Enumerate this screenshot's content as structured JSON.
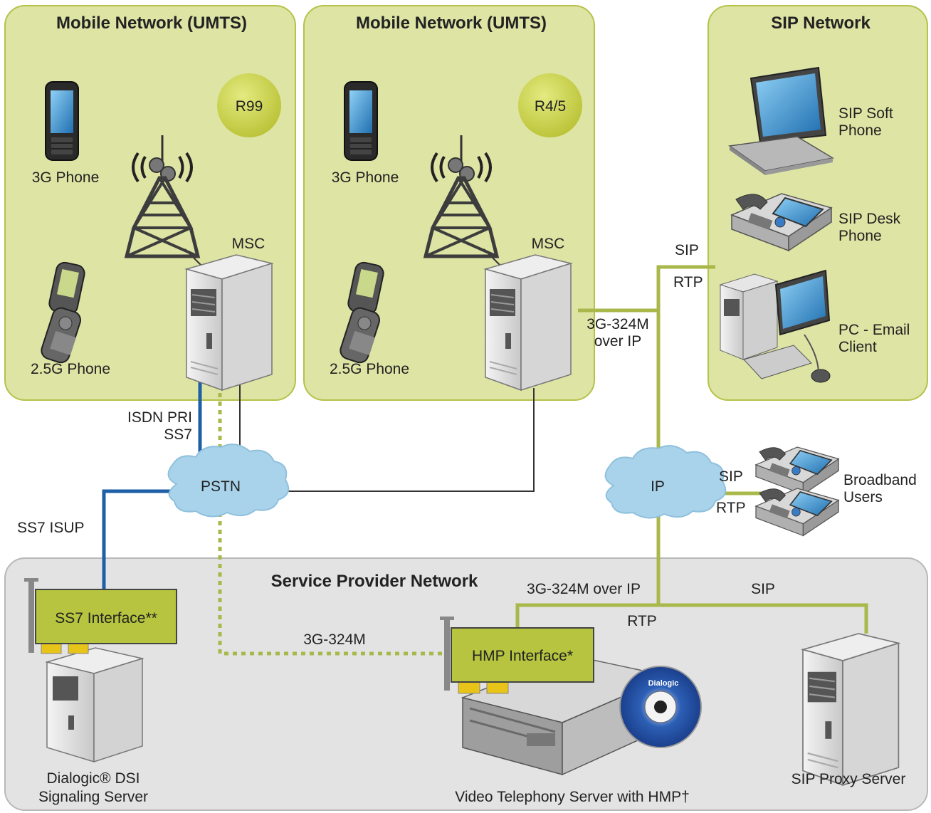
{
  "colors": {
    "zone_fill": "#dde4a4",
    "zone_stroke": "#b6c24a",
    "provider_fill": "#e3e3e3",
    "provider_stroke": "#b8b8b8",
    "green_link": "#a9b84a",
    "blue_link": "#1f5fa8",
    "black_link": "#333333",
    "cloud": "#a9d3ea",
    "card": "#b6c43f"
  },
  "zones": {
    "umts_r99_title": "Mobile Network (UMTS)",
    "umts_r45_title": "Mobile Network (UMTS)",
    "sip_title": "SIP Network",
    "provider_title": "Service Provider Network"
  },
  "badges": {
    "r99": "R99",
    "r45": "R4/5"
  },
  "devices": {
    "phone3g_a": "3G Phone",
    "phone25g_a": "2.5G Phone",
    "msc_a": "MSC",
    "phone3g_b": "3G Phone",
    "phone25g_b": "2.5G Phone",
    "msc_b": "MSC",
    "sip_soft": [
      "SIP Soft",
      "Phone"
    ],
    "sip_desk": [
      "SIP Desk",
      "Phone"
    ],
    "pc_email": [
      "PC - Email",
      "Client"
    ],
    "broadband": [
      "Broadband",
      "Users"
    ],
    "dsi_server": [
      "Dialogic® DSI",
      "Signaling Server"
    ],
    "video_server": "Video Telephony Server with HMP†",
    "sip_proxy": "SIP Proxy Server",
    "cd_brand": "Dialogic"
  },
  "clouds": {
    "pstn": "PSTN",
    "ip": "IP"
  },
  "cards": {
    "ss7": "SS7 Interface**",
    "hmp": "HMP Interface*"
  },
  "links": {
    "isdn": [
      "ISDN PRI",
      "SS7"
    ],
    "ss7_isup": "SS7 ISUP",
    "sip_top": "SIP",
    "rtp_top": "RTP",
    "g324_ip": [
      "3G-324M",
      "over IP"
    ],
    "sip_bb": "SIP",
    "rtp_bb": "RTP",
    "g324_over_ip": "3G-324M over IP",
    "sip_right": "SIP",
    "rtp_mid": "RTP",
    "g324": "3G-324M"
  }
}
